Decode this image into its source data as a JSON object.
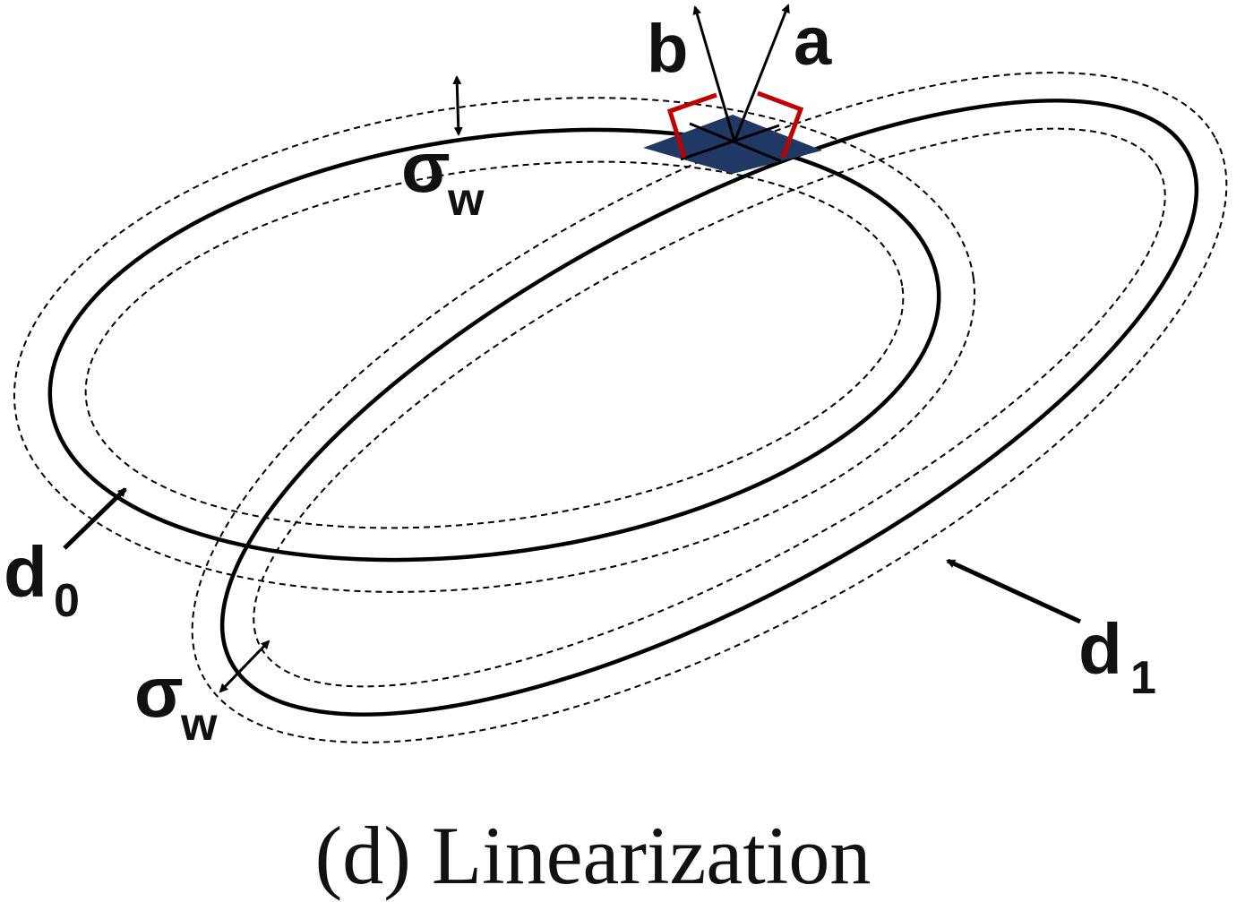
{
  "labels": {
    "vector_a": "a",
    "vector_b": "b",
    "sigma_top": "σ",
    "sigma_top_sub": "w",
    "sigma_bottom": "σ",
    "sigma_bottom_sub": "w",
    "d0": "d",
    "d0_sub": "0",
    "d1": "d",
    "d1_sub": "1"
  },
  "caption": "(d) Linearization",
  "colors": {
    "overlap_region": "#203864",
    "right_angle_marks": "#c00000",
    "lines": "#000000"
  }
}
